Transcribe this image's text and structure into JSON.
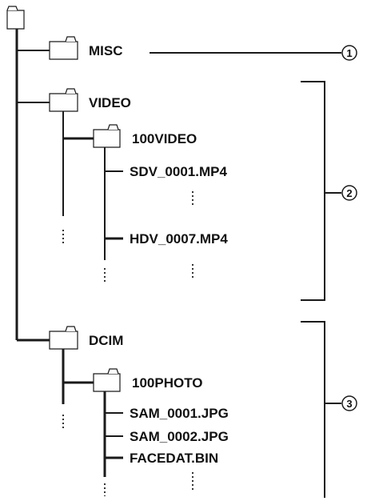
{
  "nodes": {
    "misc": "MISC",
    "video": "VIDEO",
    "video_sub": "100VIDEO",
    "video_file_1": "SDV_0001.MP4",
    "video_file_2": "HDV_0007.MP4",
    "dcim": "DCIM",
    "photo_sub": "100PHOTO",
    "photo_file_1": "SAM_0001.JPG",
    "photo_file_2": "SAM_0002.JPG",
    "photo_file_3": "FACEDAT.BIN"
  },
  "callouts": {
    "one": "1",
    "two": "2",
    "three": "3"
  },
  "icons": {
    "folder": "folder-icon"
  },
  "colors": {
    "line": "#1a1a1a",
    "text": "#111111",
    "background": "#ffffff"
  }
}
